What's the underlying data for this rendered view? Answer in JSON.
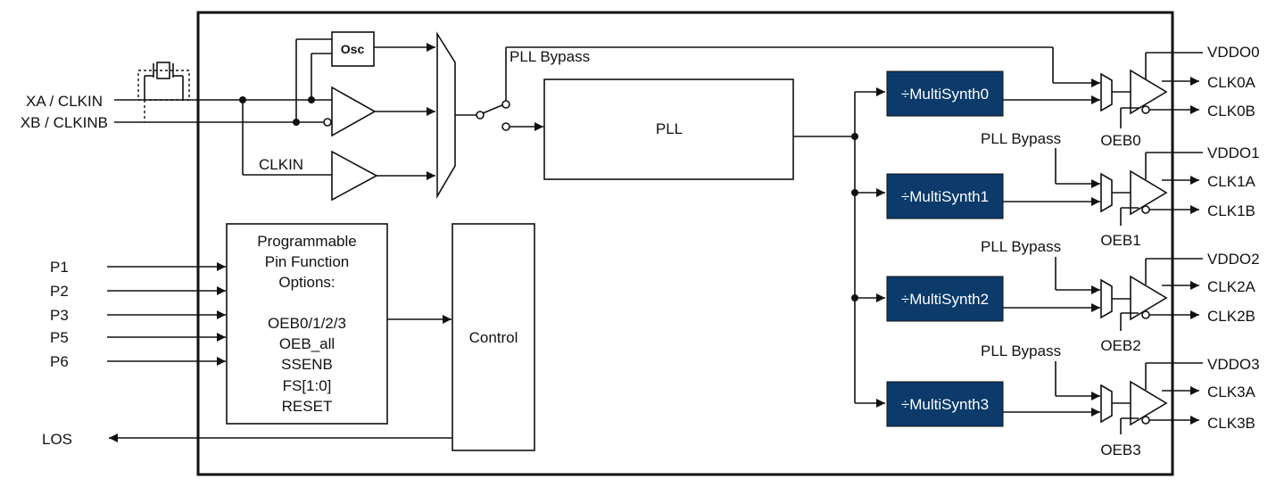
{
  "inputs": {
    "xa": "XA / CLKIN",
    "xb": "XB / CLKINB",
    "clkin": "CLKIN",
    "osc": "Osc",
    "pins": [
      "P1",
      "P2",
      "P3",
      "P5",
      "P6"
    ],
    "los": "LOS"
  },
  "core": {
    "pll_bypass": "PLL Bypass",
    "pll": "PLL",
    "control": "Control"
  },
  "pin_function": {
    "lines": [
      "Programmable",
      "Pin Function",
      "Options:",
      "",
      "OEB0/1/2/3",
      "OEB_all",
      "SSENB",
      "FS[1:0]",
      "RESET"
    ]
  },
  "channels": [
    {
      "ms": "÷MultiSynth0",
      "bypass": "PLL Bypass",
      "vddo": "VDDO0",
      "clka": "CLK0A",
      "clkb": "CLK0B",
      "oeb": "OEB0"
    },
    {
      "ms": "÷MultiSynth1",
      "bypass": "PLL Bypass",
      "vddo": "VDDO1",
      "clka": "CLK1A",
      "clkb": "CLK1B",
      "oeb": "OEB1"
    },
    {
      "ms": "÷MultiSynth2",
      "bypass": "PLL Bypass",
      "vddo": "VDDO2",
      "clka": "CLK2A",
      "clkb": "CLK2B",
      "oeb": "OEB2"
    },
    {
      "ms": "÷MultiSynth3",
      "bypass": "PLL Bypass",
      "vddo": "VDDO3",
      "clka": "CLK3A",
      "clkb": "CLK3B",
      "oeb": "OEB3"
    }
  ],
  "colors": {
    "multisynth_fill": "#0b3a6b",
    "multisynth_text": "#ffffff",
    "line": "#111111"
  }
}
